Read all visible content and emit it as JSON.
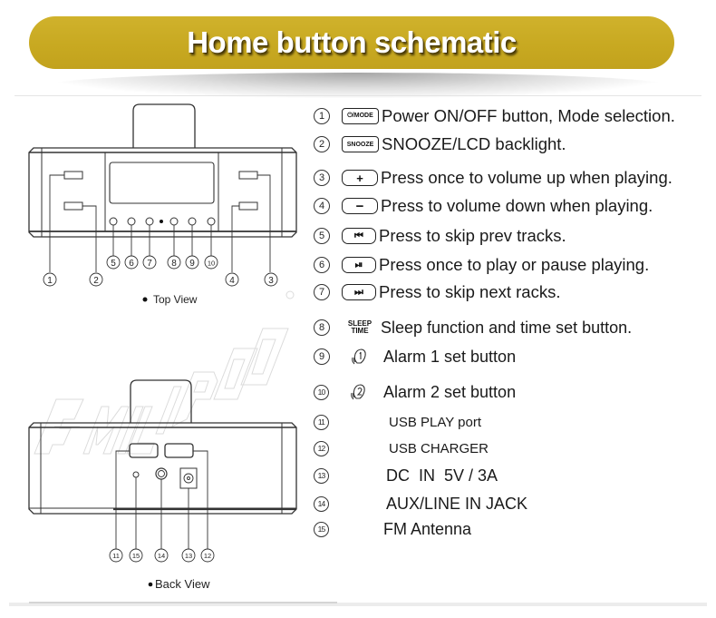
{
  "header": {
    "title": "Home button schematic",
    "banner_color": "#c8a921",
    "title_color": "#ffffff"
  },
  "diagram": {
    "top_view": {
      "label": "Top View",
      "callouts": [
        "1",
        "2",
        "3",
        "4",
        "5",
        "6",
        "7",
        "8",
        "9",
        "10"
      ]
    },
    "back_view": {
      "label": "Back View",
      "callouts": [
        "11",
        "15",
        "14",
        "13",
        "12"
      ]
    },
    "watermark": "MILIPOO"
  },
  "legend": {
    "items": [
      {
        "num": "1",
        "icon_label": "⏻/MODE",
        "icon": "power-mode-icon",
        "text": "Power ON/OFF button, Mode selection."
      },
      {
        "num": "2",
        "icon_label": "SNOOZE",
        "icon": "snooze-icon",
        "text": "SNOOZE/LCD backlight."
      },
      {
        "num": "3",
        "icon_label": "+",
        "icon": "plus-icon",
        "text": "Press once to volume up when playing."
      },
      {
        "num": "4",
        "icon_label": "−",
        "icon": "minus-icon",
        "text": "Press to volume down when playing."
      },
      {
        "num": "5",
        "icon_label": "⏮",
        "icon": "skip-previous-icon",
        "text": "Press to skip prev tracks."
      },
      {
        "num": "6",
        "icon_label": "⏯",
        "icon": "play-pause-icon",
        "text": "Press once to play or pause playing."
      },
      {
        "num": "7",
        "icon_label": "⏭",
        "icon": "skip-next-icon",
        "text": "Press to skip next racks."
      },
      {
        "num": "8",
        "icon_label_top": "SLEEP",
        "icon_label_bottom": "TIME",
        "icon": "sleep-time-icon",
        "text": "Sleep function and time set button."
      },
      {
        "num": "9",
        "icon": "alarm-1-icon",
        "text": "Alarm 1 set button"
      },
      {
        "num": "10",
        "icon": "alarm-2-icon",
        "text": "Alarm 2 set button"
      },
      {
        "num": "11",
        "text": "USB PLAY port"
      },
      {
        "num": "12",
        "text": "USB CHARGER"
      },
      {
        "num": "13",
        "text": "DC  IN  5V / 3A"
      },
      {
        "num": "14",
        "text": "AUX/LINE IN JACK"
      },
      {
        "num": "15",
        "text": "FM Antenna"
      }
    ]
  }
}
